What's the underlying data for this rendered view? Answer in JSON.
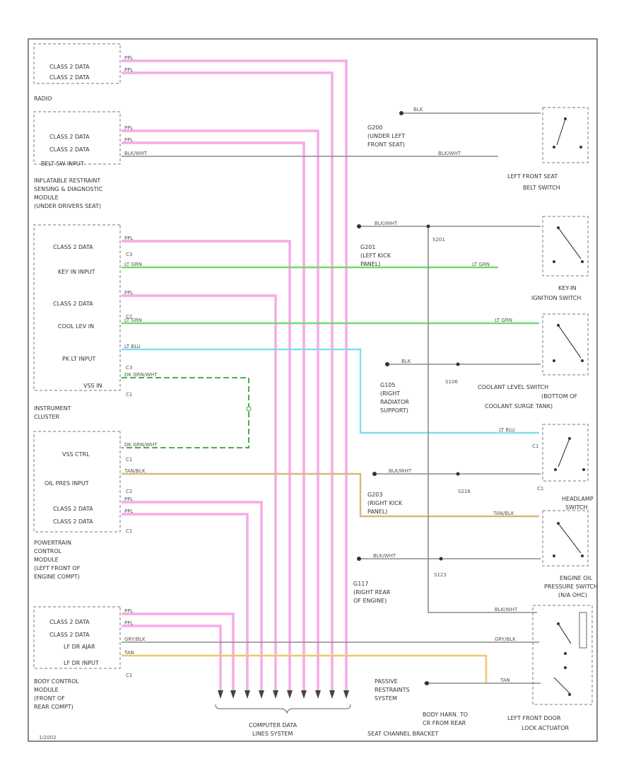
{
  "modules": {
    "radio": {
      "name": "RADIO",
      "pins": [
        "CLASS 2 DATA",
        "CLASS 2 DATA"
      ]
    },
    "sdm": {
      "name": [
        "INFLATABLE RESTRAINT",
        "SENSING & DIAGNOSTIC",
        "MODULE",
        "(UNDER DRIVERS SEAT)"
      ],
      "pins": [
        "CLASS 2 DATA",
        "CLASS 2 DATA",
        "BELT SW INPUT"
      ]
    },
    "cluster": {
      "name": [
        "INSTRUMENT",
        "CLUSTER"
      ],
      "pins": [
        "CLASS 2 DATA",
        "KEY IN INPUT",
        "CLASS 2 DATA",
        "COOL LEV IN",
        "PK LT INPUT",
        "VSS IN"
      ],
      "conn_labels": [
        "C3",
        "C2",
        "C3",
        "C1"
      ]
    },
    "pcm": {
      "name": [
        "POWERTRAIN",
        "CONTROL",
        "MODULE",
        "(LEFT FRONT OF",
        "ENGINE COMPT)"
      ],
      "pins": [
        "VSS CTRL",
        "OIL PRES INPUT",
        "CLASS 2 DATA",
        "CLASS 2 DATA"
      ],
      "conn_labels": [
        "C1",
        "C2",
        "C1"
      ]
    },
    "bcm": {
      "name": [
        "BODY CONTROL",
        "MODULE",
        "(FRONT OF",
        "REAR COMPT)"
      ],
      "pins": [
        "CLASS 2 DATA",
        "CLASS 2 DATA",
        "LF DR AJAR",
        "LF DR INPUT"
      ],
      "conn_labels": [
        "C1"
      ]
    }
  },
  "wire_labels": {
    "radio_w1": "PPL",
    "radio_w2": "PPL",
    "sdm_w1": "PPL",
    "sdm_w2": "PPL",
    "sdm_w3": "BLK/WHT",
    "clu_w1": "PPL",
    "clu_w2": "LT GRN",
    "clu_w3": "PPL",
    "clu_w4": "LT GRN",
    "clu_w5": "LT BLU",
    "clu_w6": "DK GRN/WHT",
    "pcm_w1": "DK GRN/WHT",
    "pcm_w2": "TAN/BLK",
    "pcm_w3": "PPL",
    "pcm_w4": "PPL",
    "bcm_w1": "PPL",
    "bcm_w2": "PPL",
    "bcm_w3": "GRY/BLK",
    "bcm_w4": "TAN",
    "r_belt1": "BLK",
    "r_belt2": "BLK/WHT",
    "r_key1": "BLK/WHT",
    "r_key2": "LT GRN",
    "r_cool1": "LT GRN",
    "r_cool2": "BLK",
    "r_hl": "LT BLU",
    "r_gnd3": "BLK/WHT",
    "r_oil1": "TAN/BLK",
    "r_oil2": "BLK/WHT",
    "r_door1": "BLK/WHT",
    "r_door2": "GRY/BLK",
    "r_door3": "TAN"
  },
  "grounds": {
    "g200": [
      "G200",
      "(UNDER LEFT",
      "FRONT SEAT)"
    ],
    "g201": [
      "G201",
      "(LEFT KICK",
      "PANEL)"
    ],
    "g105": [
      "G105",
      "(RIGHT",
      "RADIATOR",
      "SUPPORT)"
    ],
    "g203": [
      "G203",
      "(RIGHT KICK",
      "PANEL)"
    ],
    "g117": [
      "G117",
      "(RIGHT REAR",
      "OF ENGINE)"
    ]
  },
  "splices": [
    "S201",
    "S106",
    "S216",
    "S123"
  ],
  "components": {
    "belt_sw": [
      "LEFT FRONT SEAT",
      "BELT SWITCH"
    ],
    "key_sw": [
      "KEY-IN",
      "IGNITION SWITCH"
    ],
    "coolant_sw": [
      "COOLANT LEVEL SWITCH",
      "(BOTTOM OF",
      "COOLANT SURGE TANK)"
    ],
    "headlamp_sw": [
      "HEADLAMP",
      "SWITCH"
    ],
    "oil_sw": [
      "ENGINE OIL",
      "PRESSURE SWITCH",
      "(N/A OHC)"
    ],
    "door_act": [
      "LEFT FRONT DOOR",
      "LOCK ACTUATOR"
    ]
  },
  "misc": {
    "hl_c1a": "C1",
    "hl_c1b": "C1",
    "passive": [
      "PASSIVE",
      "RESTRAINTS",
      "SYSTEM"
    ],
    "body_harn": [
      "BODY HARN. TO",
      "CR FROM REAR",
      "SEAT CHANNEL BRACKET"
    ],
    "bus": [
      "COMPUTER DATA",
      "LINES SYSTEM"
    ],
    "footer": "1/2002"
  },
  "colors": {
    "class2": "#f07ad6",
    "lt_grn": "#6fdc6f",
    "lt_blu": "#7fe0f0",
    "tan_blk": "#d9b77a",
    "tan": "#f2c46a",
    "gray": "#8c8c8c",
    "dk_grn": "#46b346"
  }
}
